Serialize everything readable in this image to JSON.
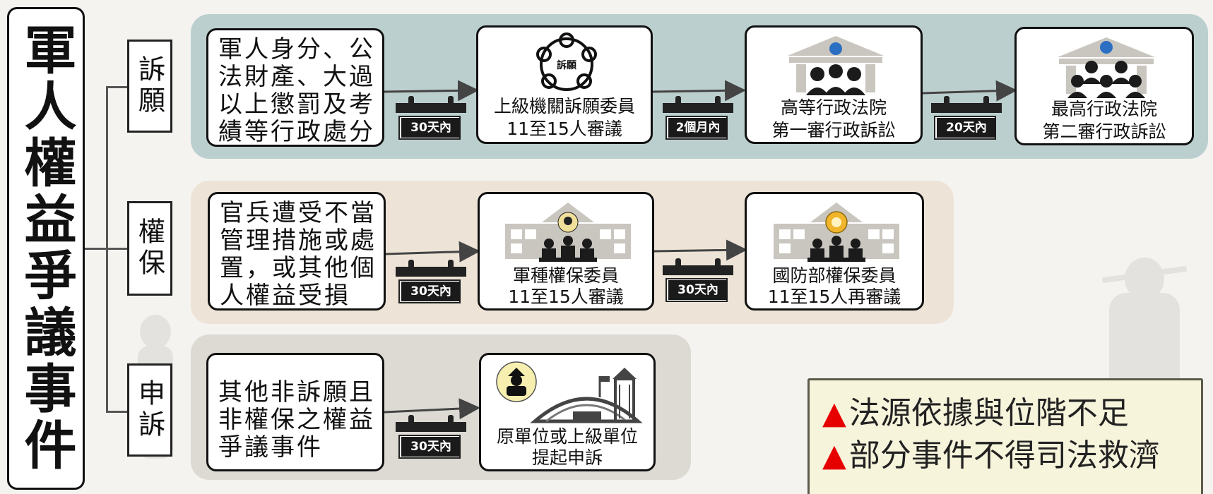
{
  "main_title": "軍人權益爭議事件",
  "branches": [
    {
      "label": "訴願",
      "description": "軍人身分、公法財產、大過以上懲罰及考績等行政處分",
      "steps": [
        {
          "line1": "上級機關訴願委員",
          "line2": "11至15人審議",
          "icon": "petition-seal-icon"
        },
        {
          "line1": "高等行政法院",
          "line2": "第一審行政訴訟",
          "icon": "court-building-icon"
        },
        {
          "line1": "最高行政法院",
          "line2": "第二審行政訴訟",
          "icon": "supreme-court-icon"
        }
      ],
      "durations": [
        "30天內",
        "2個月內",
        "20天內"
      ],
      "seal_text": "訴願"
    },
    {
      "label": "權保",
      "description": "官兵遭受不當管理措施或處置，或其他個人權益受損",
      "steps": [
        {
          "line1": "軍種權保委員",
          "line2": "11至15人審議",
          "icon": "military-building-icon"
        },
        {
          "line1": "國防部權保委員",
          "line2": "11至15人再審議",
          "icon": "ministry-building-icon"
        }
      ],
      "durations": [
        "30天內",
        "30天內"
      ]
    },
    {
      "label": "申訴",
      "description": "其他非訴願且非權保之權益爭議事件",
      "steps": [
        {
          "line1": "原單位或上級單位",
          "line2": "提起申訴",
          "icon": "military-base-icon"
        }
      ],
      "durations": [
        "30天內"
      ]
    }
  ],
  "note": {
    "items": [
      "法源依據與位階不足",
      "部分事件不得司法救濟"
    ],
    "marker_color": "#e60000"
  },
  "colors": {
    "band1": "#bccfcf",
    "band2": "#ede4d7",
    "band3": "#dcdad3",
    "connector": "#444444"
  }
}
